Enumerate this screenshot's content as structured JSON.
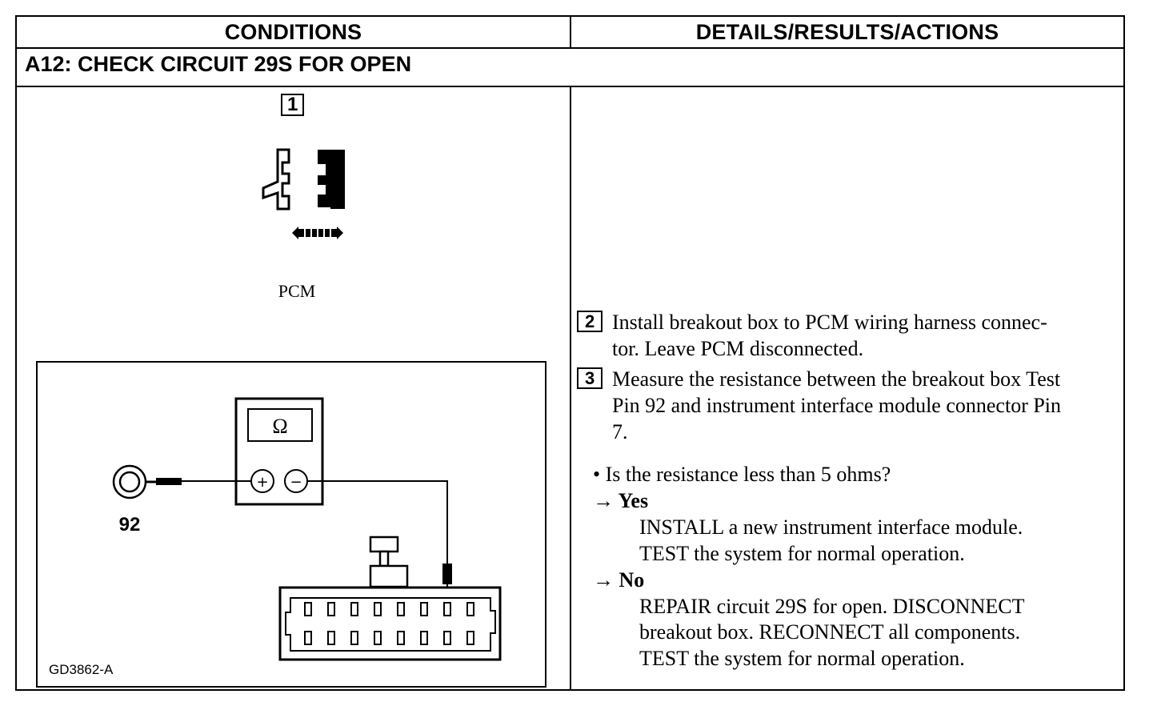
{
  "header": {
    "conditions": "CONDITIONS",
    "details": "DETAILS/RESULTS/ACTIONS"
  },
  "step_title": "A12: CHECK CIRCUIT 29S FOR OPEN",
  "left": {
    "step1_number": "1",
    "connector_label": "PCM",
    "meter_symbol": "Ω",
    "meter_plus": "+",
    "meter_minus": "−",
    "test_pin_label": "92",
    "figure_ref": "GD3862-A"
  },
  "right": {
    "step2": {
      "number": "2",
      "line1": "Install breakout box to PCM wiring harness connec-",
      "line2": "tor. Leave PCM disconnected."
    },
    "step3": {
      "number": "3",
      "line1": "Measure the resistance between the breakout box Test",
      "line2": "Pin 92 and instrument interface module connector Pin",
      "line3": "7."
    },
    "question": "• Is the resistance less than 5 ohms?",
    "yes": {
      "label": "→ Yes",
      "action1": "INSTALL a new instrument interface module.",
      "action2": "TEST the system for normal operation."
    },
    "no": {
      "label": "→ No",
      "action1": "REPAIR circuit 29S for open. DISCONNECT",
      "action2": "breakout box. RECONNECT all components.",
      "action3": "TEST the system for normal operation."
    }
  }
}
